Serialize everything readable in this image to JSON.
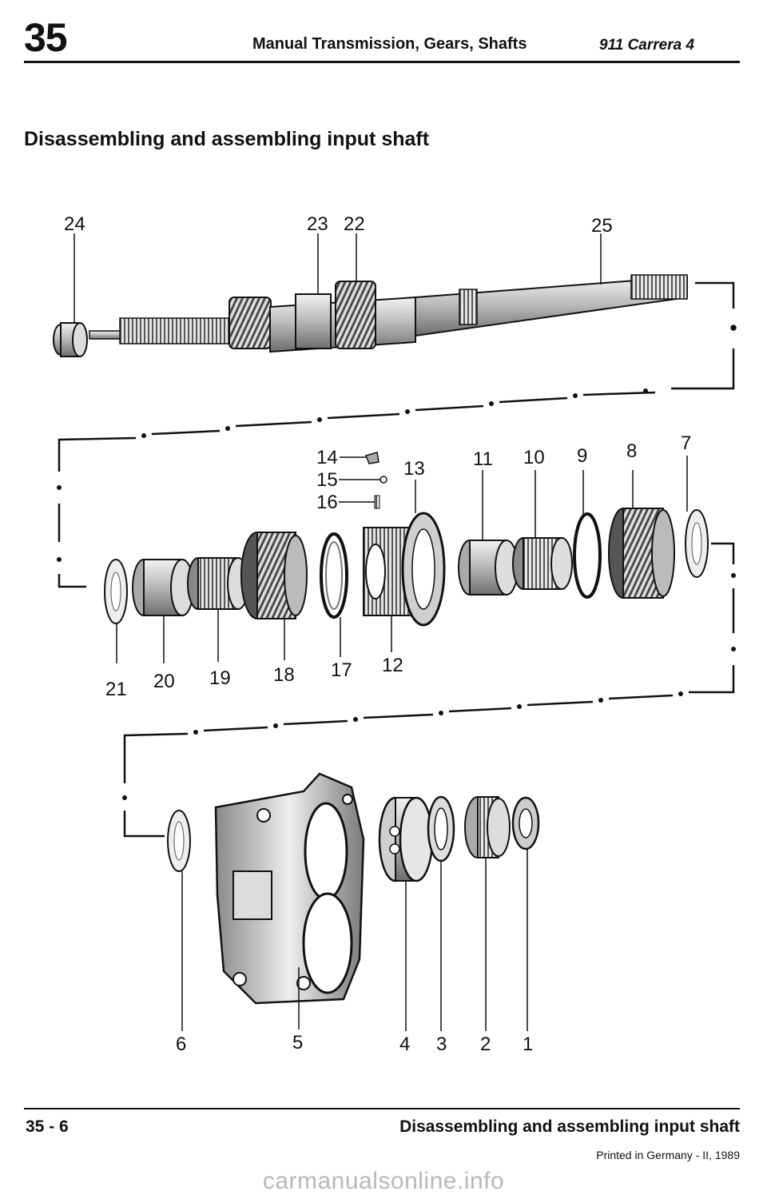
{
  "header": {
    "section_number": "35",
    "title": "Manual Transmission, Gears, Shafts",
    "model": "911 Carrera 4"
  },
  "heading": "Disassembling and assembling input shaft",
  "callouts": [
    "24",
    "23",
    "22",
    "25",
    "14",
    "15",
    "16",
    "13",
    "11",
    "10",
    "9",
    "8",
    "7",
    "21",
    "20",
    "19",
    "18",
    "17",
    "12",
    "6",
    "5",
    "4",
    "3",
    "2",
    "1"
  ],
  "footer": {
    "page_number": "35 - 6",
    "title": "Disassembling and assembling input shaft",
    "printed": "Printed in Germany - II, 1989"
  },
  "watermark": "carmanualsonline.info"
}
